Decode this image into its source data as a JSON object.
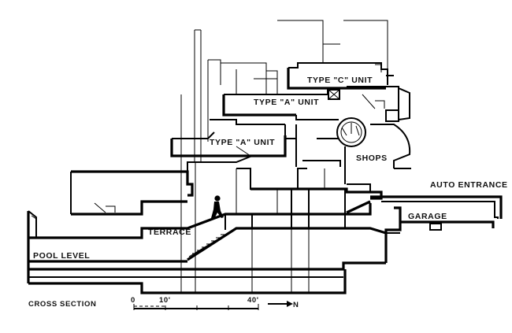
{
  "labels": {
    "type_c_unit": "TYPE \"C\" UNIT",
    "type_a_unit_upper": "TYPE \"A\" UNIT",
    "type_a_unit_lower": "TYPE \"A\" UNIT",
    "shops": "SHOPS",
    "auto_entrance": "AUTO ENTRANCE",
    "garage": "GARAGE",
    "terrace": "TERRACE",
    "pool_level": "POOL LEVEL"
  },
  "caption": {
    "title": "CROSS SECTION",
    "scale_zero": "0",
    "scale_ten": "10'",
    "scale_forty": "40'",
    "north": "N"
  }
}
